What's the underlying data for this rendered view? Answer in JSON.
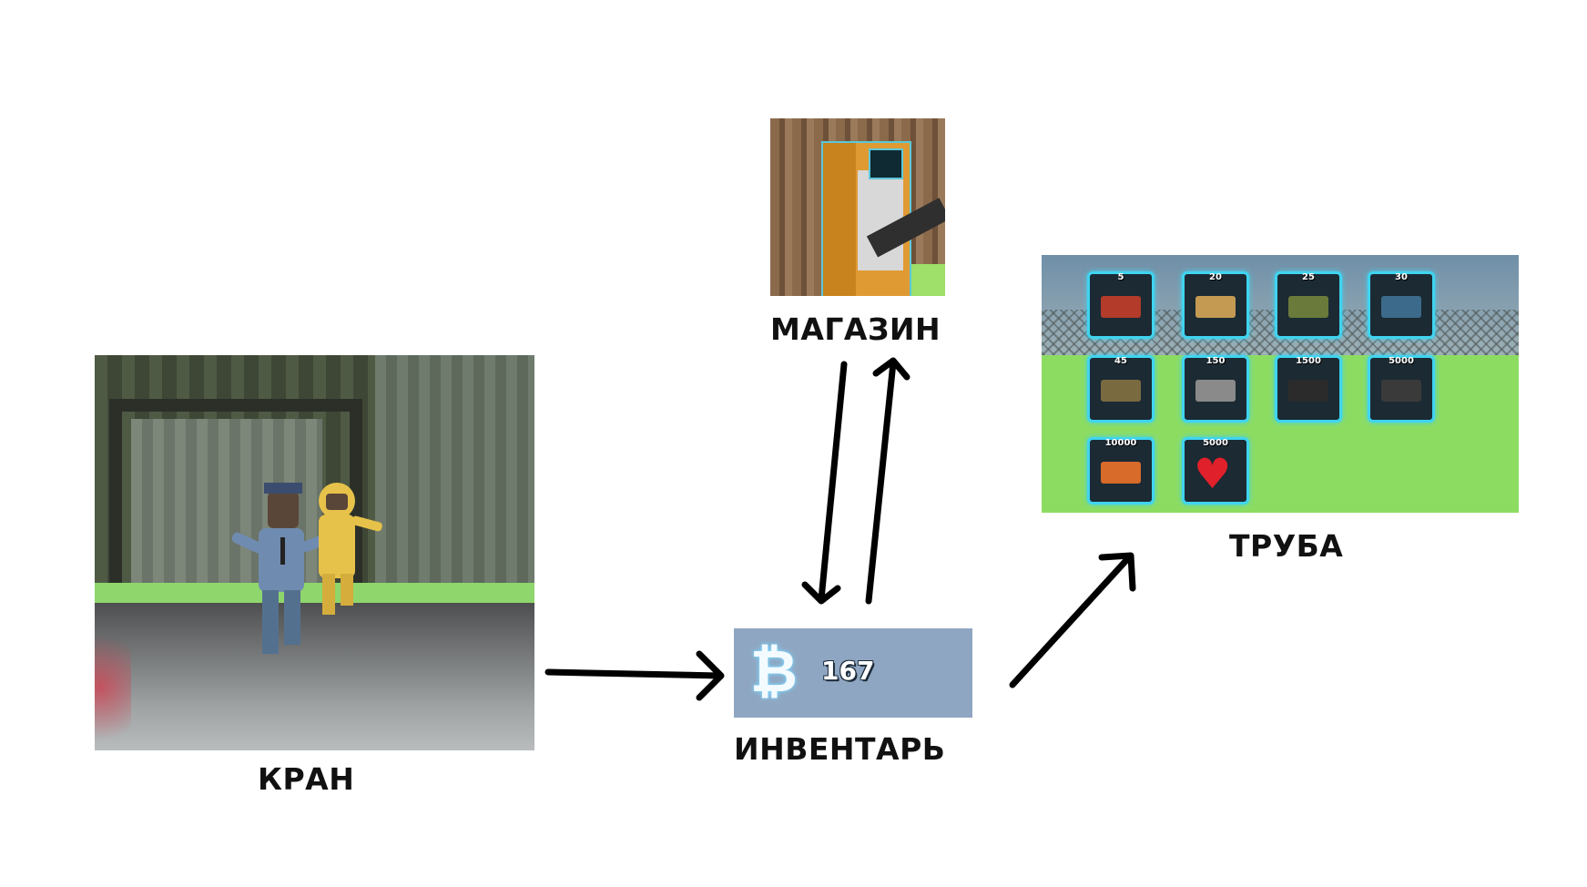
{
  "nodes": {
    "kran": {
      "label": "КРАН"
    },
    "shop": {
      "label": "МАГАЗИН"
    },
    "inventory": {
      "label": "ИНВЕНТАРЬ",
      "currency_icon": "bitcoin-icon",
      "coin_count": "167"
    },
    "pipe": {
      "label": "ТРУБА",
      "slots": [
        {
          "price": "5"
        },
        {
          "price": "20"
        },
        {
          "price": "25"
        },
        {
          "price": "30"
        },
        {
          "price": "45"
        },
        {
          "price": "150"
        },
        {
          "price": "1500"
        },
        {
          "price": "5000"
        },
        {
          "price": "10000"
        },
        {
          "price": "5000"
        }
      ]
    }
  },
  "edges": [
    {
      "from": "kran",
      "to": "inventory"
    },
    {
      "from": "shop",
      "to": "inventory"
    },
    {
      "from": "inventory",
      "to": "shop"
    },
    {
      "from": "inventory",
      "to": "pipe"
    }
  ],
  "colors": {
    "slot_border": "#3fd4f0",
    "inventory_bg": "#8fa6c2",
    "arrow": "#000000"
  }
}
